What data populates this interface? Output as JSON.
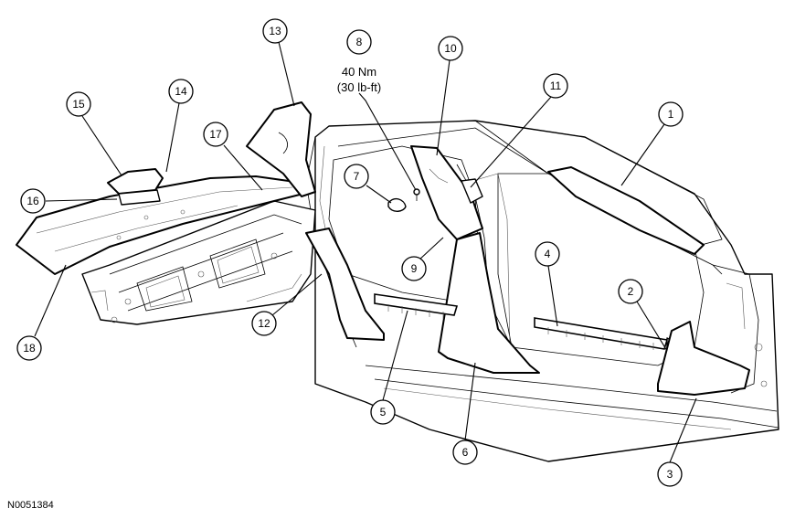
{
  "figure_id": "N0051384",
  "torque_spec": {
    "metric": "40 Nm",
    "imperial": "(30 lb-ft)"
  },
  "callouts": [
    {
      "id": "1",
      "label": "1"
    },
    {
      "id": "2",
      "label": "2"
    },
    {
      "id": "3",
      "label": "3"
    },
    {
      "id": "4",
      "label": "4"
    },
    {
      "id": "5",
      "label": "5"
    },
    {
      "id": "6",
      "label": "6"
    },
    {
      "id": "7",
      "label": "7"
    },
    {
      "id": "8",
      "label": "8"
    },
    {
      "id": "9",
      "label": "9"
    },
    {
      "id": "10",
      "label": "10"
    },
    {
      "id": "11",
      "label": "11"
    },
    {
      "id": "12",
      "label": "12"
    },
    {
      "id": "13",
      "label": "13"
    },
    {
      "id": "14",
      "label": "14"
    },
    {
      "id": "15",
      "label": "15"
    },
    {
      "id": "16",
      "label": "16"
    },
    {
      "id": "17",
      "label": "17"
    },
    {
      "id": "18",
      "label": "18"
    }
  ]
}
